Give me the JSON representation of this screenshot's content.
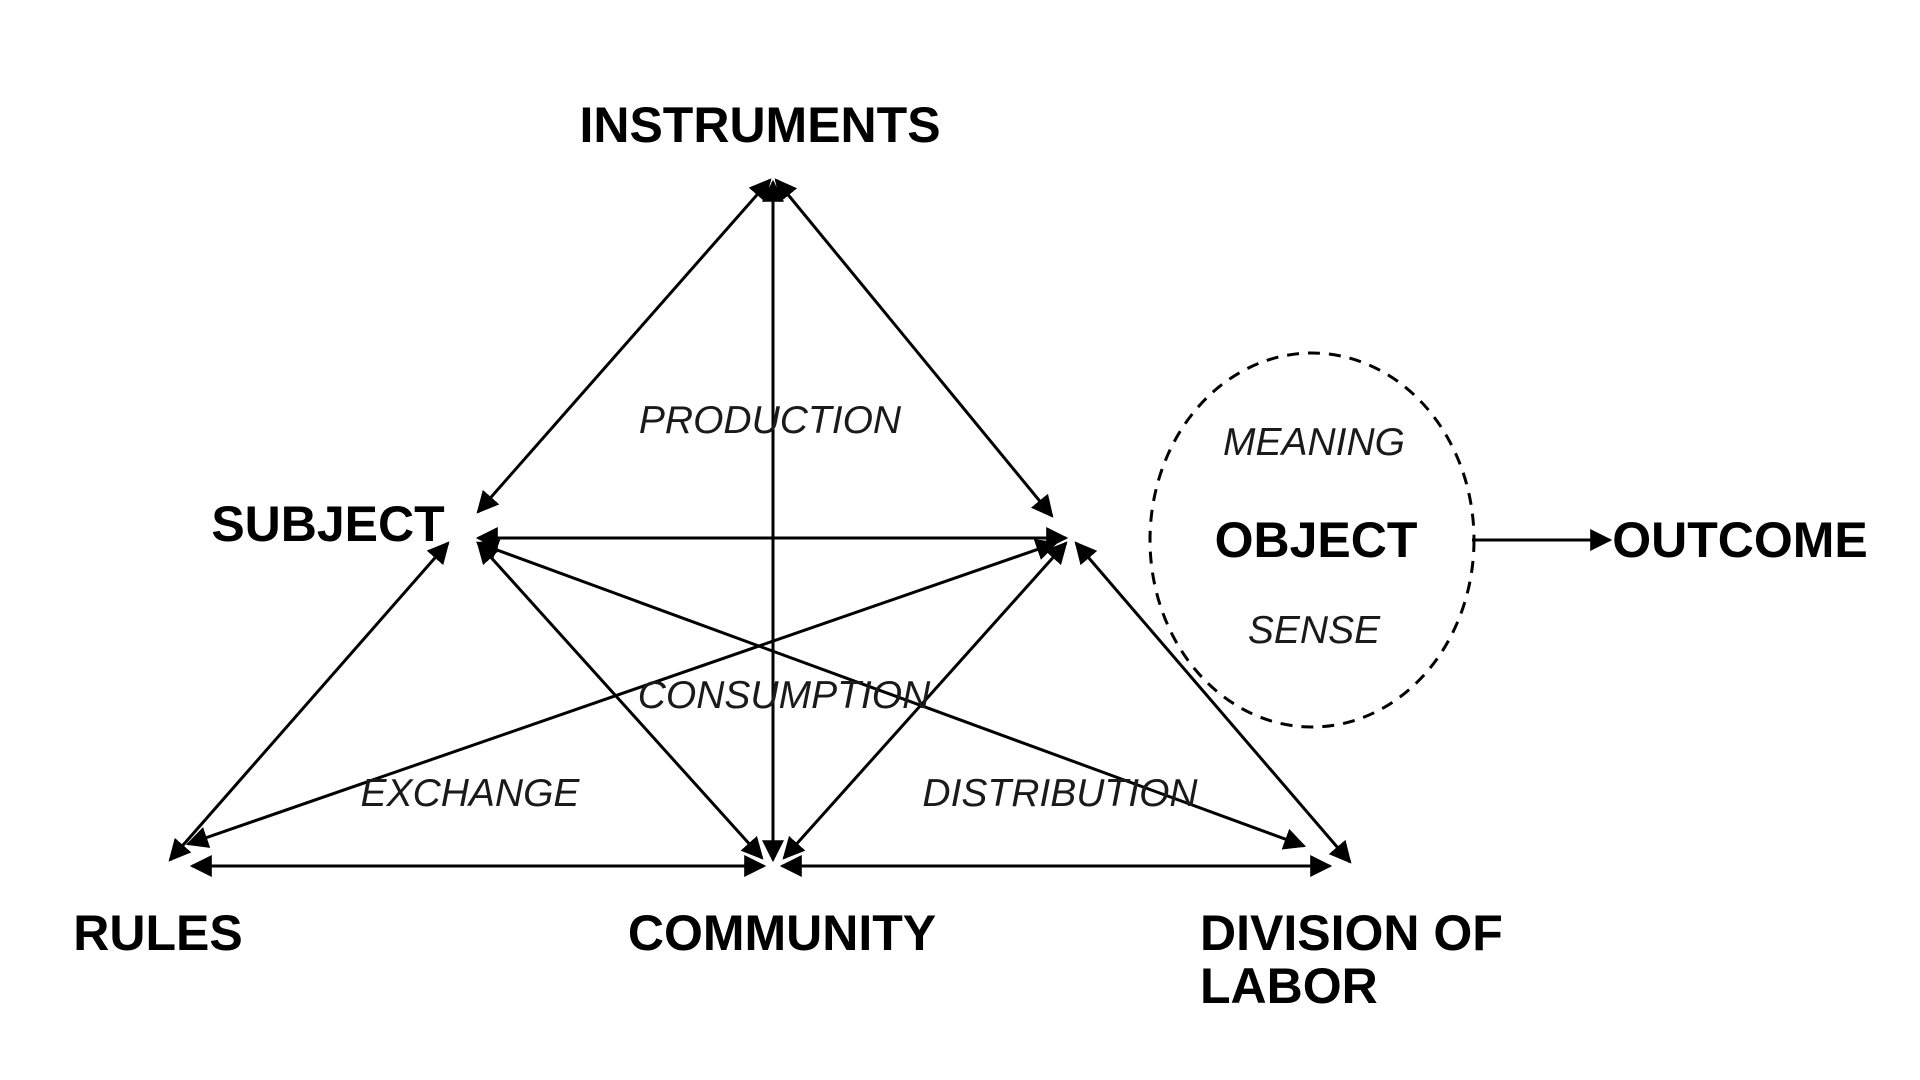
{
  "diagram": {
    "nodes": {
      "instruments": "INSTRUMENTS",
      "subject": "SUBJECT",
      "object": "OBJECT",
      "outcome": "OUTCOME",
      "rules": "RULES",
      "community": "COMMUNITY",
      "division_line1": "DIVISION OF",
      "division_line2": "LABOR"
    },
    "processes": {
      "production": "PRODUCTION",
      "consumption": "CONSUMPTION",
      "exchange": "EXCHANGE",
      "distribution": "DISTRIBUTION"
    },
    "object_circle": {
      "meaning": "MEANING",
      "sense": "SENSE"
    }
  }
}
